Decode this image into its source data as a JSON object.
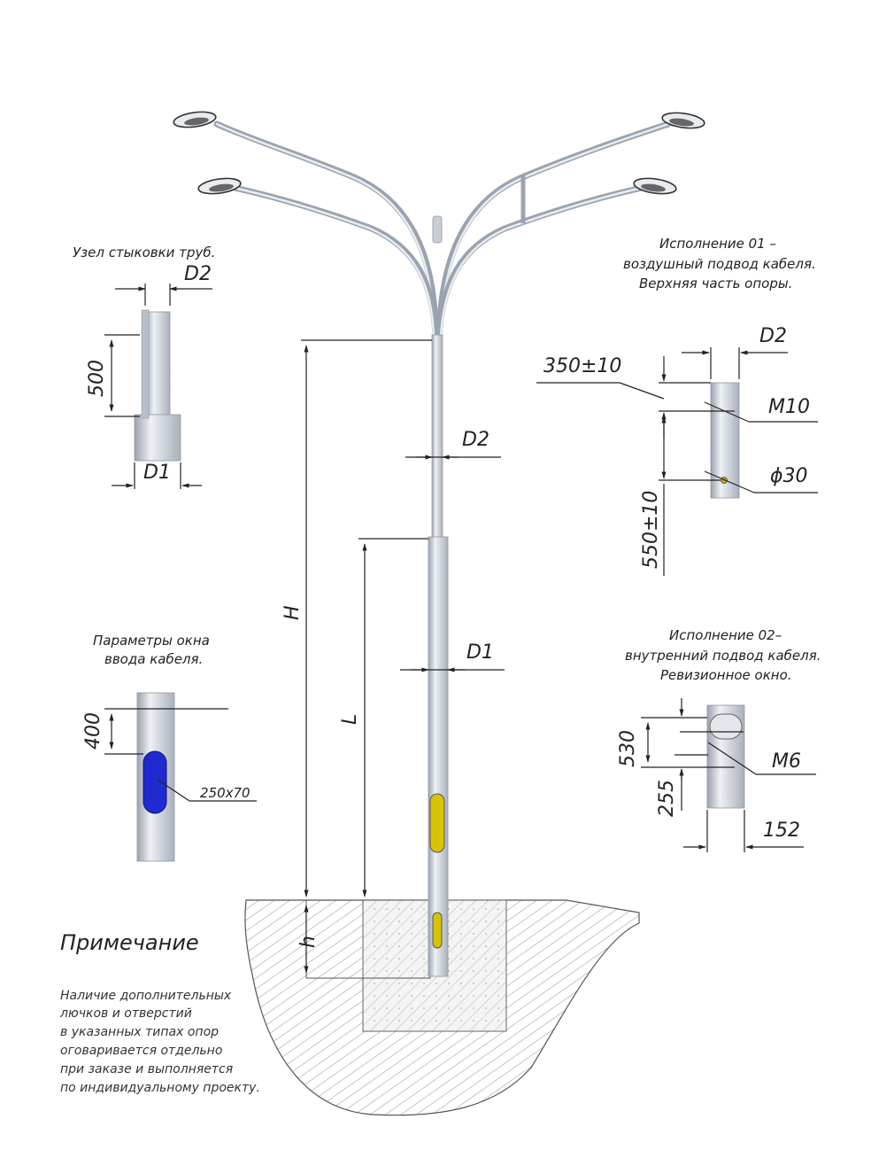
{
  "labels": {
    "joint_title": "Узел стыковки труб.",
    "variant01_line1": "Исполнение 01 –",
    "variant01_line2": "воздушный подвод кабеля.",
    "variant01_line3": "Верхняя часть опоры.",
    "window_title_line1": "Параметры окна",
    "window_title_line2": "ввода кабеля.",
    "variant02_line1": "Исполнение 02–",
    "variant02_line2": "внутренний подвод кабеля.",
    "variant02_line3": "Ревизионное окно."
  },
  "dimensions": {
    "joint_d2": "D2",
    "joint_500": "500",
    "joint_d1": "D1",
    "main_d2": "D2",
    "main_h": "H",
    "main_d1": "D1",
    "main_l": "L",
    "main_h_ground": "h",
    "v01_d2": "D2",
    "v01_350": "350±10",
    "v01_m10": "M10",
    "v01_phi30": "ϕ30",
    "v01_550": "550±10",
    "win_400": "400",
    "win_size": "250х70",
    "v02_530": "530",
    "v02_255": "255",
    "v02_m6": "M6",
    "v02_152": "152"
  },
  "note": {
    "title": "Примечание",
    "lines": [
      "Наличие дополнительных",
      "лючков и отверстий",
      "в указанных типах опор",
      "оговаривается отдельно",
      "при заказе и выполняется",
      "по индивидуальному проекту."
    ]
  },
  "colors": {
    "pole": "#c9ced7",
    "cable_window": "#1f2bd1",
    "revision_window": "#d6c400",
    "line": "#222222"
  }
}
